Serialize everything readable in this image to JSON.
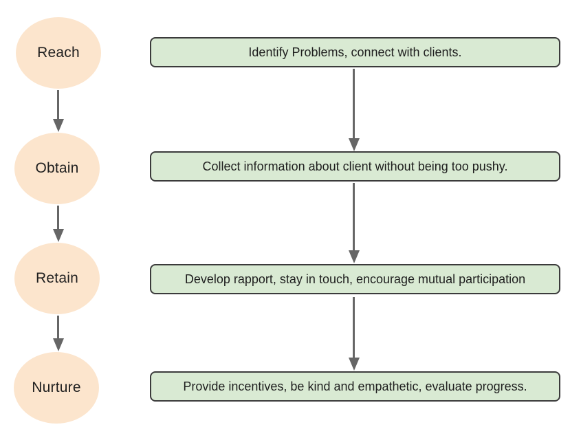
{
  "diagram": {
    "stages": [
      {
        "label": "Reach",
        "description": "Identify Problems, connect with clients."
      },
      {
        "label": "Obtain",
        "description": "Collect information about client without being too pushy."
      },
      {
        "label": "Retain",
        "description": "Develop rapport, stay in touch, encourage mutual participation"
      },
      {
        "label": "Nurture",
        "description": "Provide incentives, be kind and empathetic, evaluate progress."
      }
    ],
    "colors": {
      "stage_circle_fill": "#FCE5CD",
      "description_box_fill": "#D9EAD3",
      "description_box_border": "#3b3b3b",
      "arrow": "#666666",
      "text": "#1f1f1f",
      "background": "#FFFFFF"
    }
  }
}
